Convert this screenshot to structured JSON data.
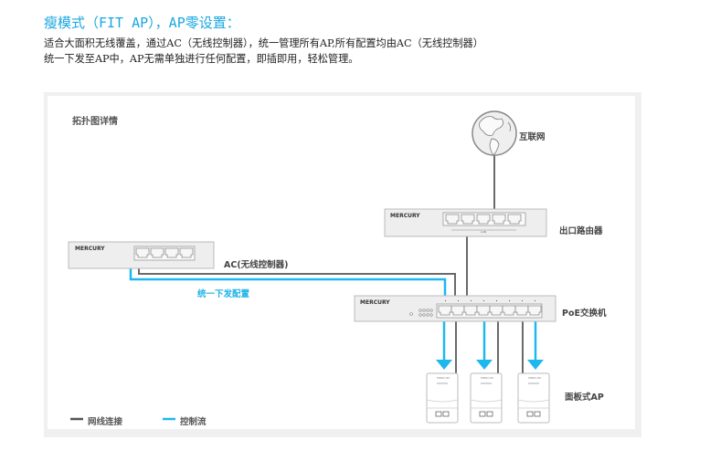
{
  "header": {
    "title": "瘦模式（FIT AP），AP零设置：",
    "desc_line1": "适合大面积无线覆盖，通过AC（无线控制器），统一管理所有AP,所有配置均由AC（无线控制器）",
    "desc_line2": "统一下发至AP中，AP无需单独进行任何配置，即插即用，轻松管理。"
  },
  "diagram": {
    "panel_title": "拓扑图详情",
    "internet_label": "互联网",
    "router_label": "出口路由器",
    "router_brand": "MERCURY",
    "router_port_label": "LAN",
    "ac_label": "AC(无线控制器)",
    "ac_brand": "MERCURY",
    "control_label": "统一下发配置",
    "switch_label": "PoE交换机",
    "switch_brand": "MERCURY",
    "ap_label": "面板式AP",
    "ap_brand": "MERCURY",
    "ap_count": 3
  },
  "legend": {
    "cable_label": "网线连接",
    "control_label": "控制流"
  },
  "colors": {
    "accent": "#1aa7e0",
    "control_flow": "#1fb8ee",
    "cable": "#666666",
    "device_fill": "#eeeeee",
    "device_border": "#bbbbbb"
  }
}
